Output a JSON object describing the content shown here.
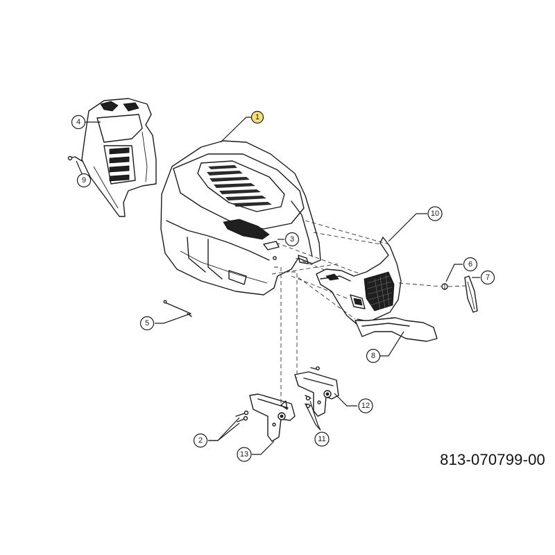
{
  "diagram": {
    "drawing_number": "813-070799-00",
    "highlight_color": "#f3e27a",
    "callouts": [
      {
        "label": "1",
        "highlighted": true
      },
      {
        "label": "2"
      },
      {
        "label": "3"
      },
      {
        "label": "4"
      },
      {
        "label": "5"
      },
      {
        "label": "6"
      },
      {
        "label": "7"
      },
      {
        "label": "8"
      },
      {
        "label": "9"
      },
      {
        "label": "10"
      },
      {
        "label": "11"
      },
      {
        "label": "12"
      },
      {
        "label": "13"
      }
    ]
  }
}
